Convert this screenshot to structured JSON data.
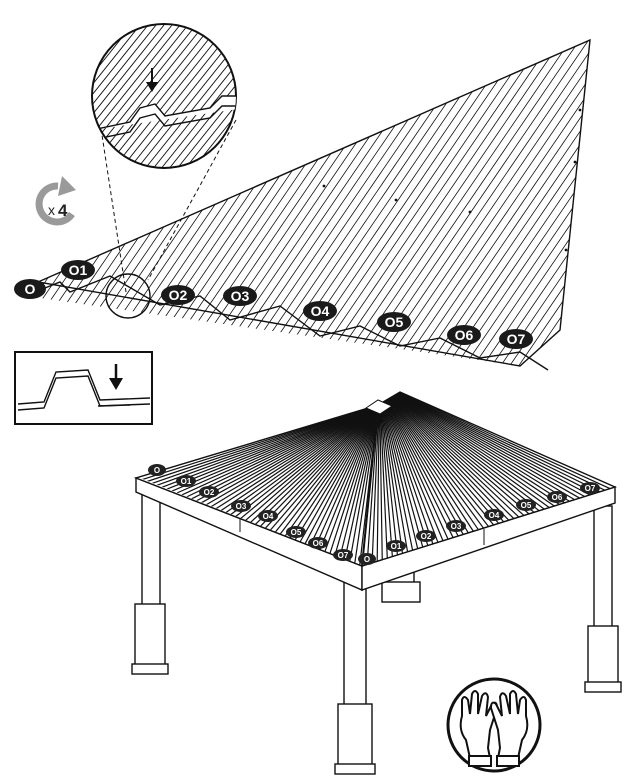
{
  "rotation": {
    "times_label": "x",
    "count": "4"
  },
  "sheet_labels": [
    "O",
    "O1",
    "O2",
    "O3",
    "O4",
    "O5",
    "O6",
    "O7"
  ],
  "roof_labels": {
    "left_edge": [
      "O",
      "O1",
      "O2",
      "O3",
      "O4",
      "O5",
      "O6",
      "O7"
    ],
    "right_edge": [
      "O",
      "O1",
      "O2",
      "O3",
      "O4",
      "O5",
      "O6",
      "O7"
    ]
  },
  "icons": {
    "rotate": "rotate-arrow-icon",
    "gloves": "work-gloves-icon",
    "press_arrow": "down-arrow-icon"
  },
  "colors": {
    "ink": "#111111",
    "rotate_arrow": "#9a9a9a",
    "label_fill": "#1a1a1a"
  }
}
